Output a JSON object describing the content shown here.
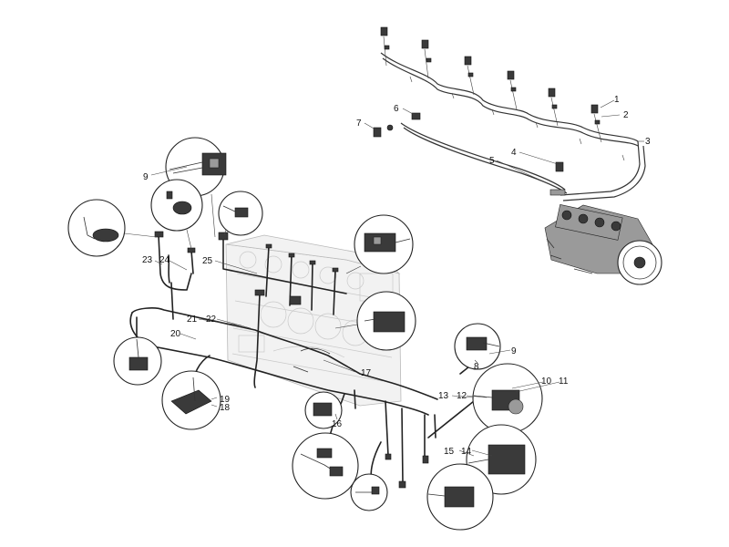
{
  "callouts": [
    {
      "id": "c1",
      "text": "1"
    },
    {
      "id": "c2",
      "text": "2"
    },
    {
      "id": "c3",
      "text": "3"
    },
    {
      "id": "c4",
      "text": "4"
    },
    {
      "id": "c5",
      "text": "5"
    },
    {
      "id": "c6",
      "text": "6"
    },
    {
      "id": "c7",
      "text": "7"
    },
    {
      "id": "c8",
      "text": "8"
    },
    {
      "id": "c9a",
      "text": "9"
    },
    {
      "id": "c9b",
      "text": "9"
    },
    {
      "id": "c10",
      "text": "10"
    },
    {
      "id": "c11",
      "text": "11"
    },
    {
      "id": "c12",
      "text": "12"
    },
    {
      "id": "c13",
      "text": "13"
    },
    {
      "id": "c14",
      "text": "14"
    },
    {
      "id": "c15",
      "text": "15"
    },
    {
      "id": "c16",
      "text": "16"
    },
    {
      "id": "c17",
      "text": "17"
    },
    {
      "id": "c18",
      "text": "18"
    },
    {
      "id": "c19",
      "text": "19"
    },
    {
      "id": "c20",
      "text": "20"
    },
    {
      "id": "c21",
      "text": "21"
    },
    {
      "id": "c22",
      "text": "22"
    },
    {
      "id": "c23",
      "text": "23"
    },
    {
      "id": "c24",
      "text": "24"
    },
    {
      "id": "c25",
      "text": "25"
    }
  ],
  "colors": {
    "line": "#222222",
    "ghost": "#b9b9b9",
    "background": "#ffffff"
  }
}
